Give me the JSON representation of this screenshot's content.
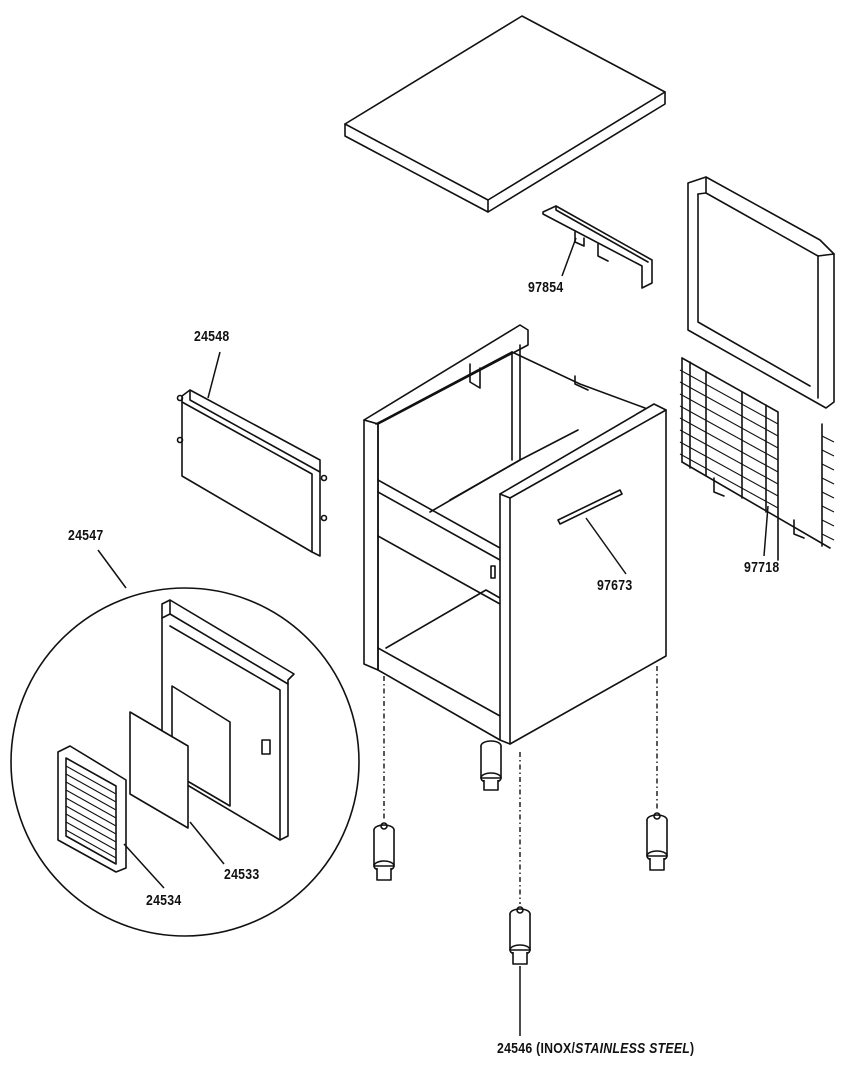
{
  "parts": {
    "p97854": "97854",
    "p24548": "24548",
    "p24547": "24547",
    "p97673": "97673",
    "p97718": "97718",
    "p24533": "24533",
    "p24534": "24534",
    "p24546": "24546",
    "p24546_note_prefix": "(INOX/",
    "p24546_note_italic": "STAINLESS STEEL",
    "p24546_note_suffix": ")"
  }
}
